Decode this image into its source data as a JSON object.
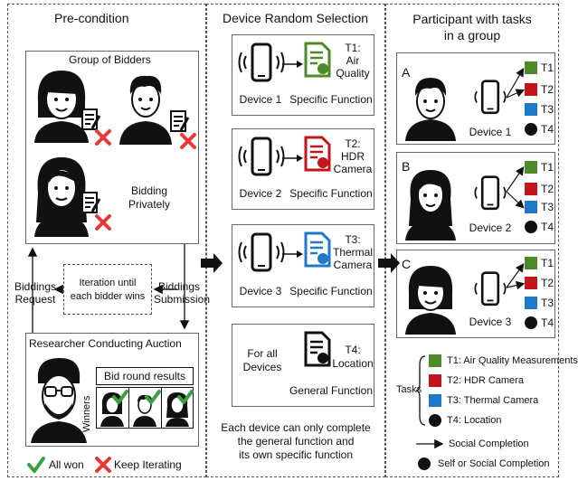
{
  "colors": {
    "t1_green": "#4f8a2a",
    "t2_red": "#c3161c",
    "t3_blue": "#1f78c8",
    "t4_black": "#111111",
    "check_green": "#3aa040",
    "cross_red": "#e53a3a"
  },
  "precondition": {
    "title": "Pre-condition",
    "group_title": "Group of Bidders",
    "bidding_privately": [
      "Bidding",
      "Privately"
    ],
    "biddings_request": [
      "Biddings",
      "Request"
    ],
    "iteration": [
      "Iteration until",
      "each bidder wins"
    ],
    "biddings_submission": [
      "Biddings",
      "Submission"
    ],
    "auction_title": "Researcher Conducting Auction",
    "bid_round_results": "Bid round results",
    "winners_label": "Winners",
    "legend_all_won": "All won",
    "legend_keep_iterating": "Keep Iterating"
  },
  "device_selection": {
    "title": "Device Random Selection",
    "rows": [
      {
        "device": "Device 1",
        "task": [
          "T1:",
          "Air",
          "Quality"
        ],
        "function": "Specific Function",
        "icon": "air-quality-document-icon",
        "color": "#4f8a2a"
      },
      {
        "device": "Device 2",
        "task": [
          "T2:",
          "HDR",
          "Camera"
        ],
        "function": "Specific Function",
        "icon": "hdr-camera-document-icon",
        "color": "#c3161c"
      },
      {
        "device": "Device 3",
        "task": [
          "T3:",
          "Thermal",
          "Camera"
        ],
        "function": "Specific Function",
        "icon": "thermal-camera-document-icon",
        "color": "#1f78c8"
      }
    ],
    "general": {
      "left": [
        "For all",
        "Devices"
      ],
      "task": [
        "T4:",
        "Location"
      ],
      "function": "General Function",
      "icon": "location-document-icon"
    },
    "note": [
      "Each device can only complete",
      "the general function and",
      "its own specific function"
    ]
  },
  "participants": {
    "title": [
      "Participant with tasks",
      "in a group"
    ],
    "groups": [
      {
        "letter": "A",
        "device": "Device 1"
      },
      {
        "letter": "B",
        "device": "Device 2"
      },
      {
        "letter": "C",
        "device": "Device 3"
      }
    ],
    "task_labels": [
      "T1",
      "T2",
      "T3",
      "T4"
    ],
    "tasks_label": "Tasks",
    "legend_tasks": [
      "T1: Air Quality Measurements",
      "T2: HDR Camera",
      "T3: Thermal Camera",
      "T4: Location"
    ],
    "legend_social": "Social Completion",
    "legend_self": "Self or Social Completion"
  }
}
